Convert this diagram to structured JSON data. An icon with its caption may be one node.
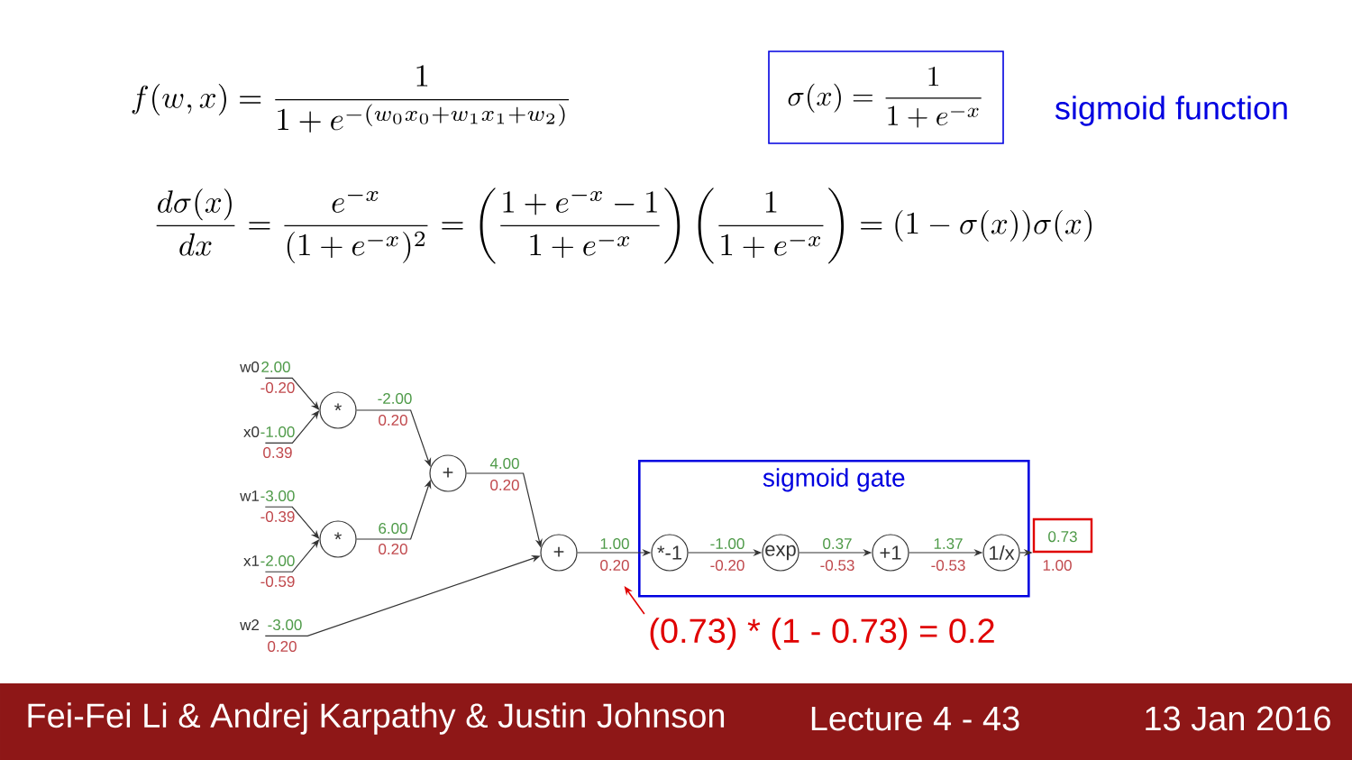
{
  "diagram": {
    "nodes": [
      {
        "text": [
          "\\sigma(x)=\\frac{1}{1+e^{-x}}"
        ],
        "beside": [
          "sigmoid function"
        ]
      },
      {
        "text": [
          "w0"
        ]
      },
      {
        "text": [
          "x0"
        ]
      },
      {
        "text": [
          "w1"
        ]
      },
      {
        "text": [
          "x1"
        ]
      },
      {
        "text": [
          "w2"
        ]
      },
      {
        "text": [
          "*"
        ]
      },
      {
        "text": [
          "*"
        ]
      },
      {
        "text": [
          "+"
        ]
      },
      {
        "text": [
          "+"
        ]
      },
      {
        "text": [
          "sigmoid gate"
        ]
      },
      {
        "text": [
          "*-1"
        ],
        "in": 10
      },
      {
        "text": [
          "exp"
        ],
        "in": 10
      },
      {
        "text": [
          "+1"
        ],
        "in": 10
      },
      {
        "text": [
          "1/x"
        ],
        "in": 10
      },
      {
        "text": [
          "(0.73) * (1 - 0.73) = 0.2"
        ]
      },
      {
        "text": [
          "0.20"
        ]
      },
      {
        "text": [
          "0.73"
        ]
      }
    ],
    "edges": [
      {
        "from": 1,
        "to": 6,
        "arrow": "to",
        "label": "2.00"
      },
      {
        "from": 2,
        "to": 6,
        "arrow": "to",
        "label": "-1.00"
      },
      {
        "from": 3,
        "to": 7,
        "arrow": "to",
        "label": "-3.00"
      },
      {
        "from": 4,
        "to": 7,
        "arrow": "to",
        "label": "-2.00"
      },
      {
        "from": 6,
        "to": 8,
        "arrow": "to",
        "label": "-2.00"
      },
      {
        "from": 7,
        "to": 8,
        "arrow": "to",
        "label": "6.00"
      },
      {
        "from": 8,
        "to": 9,
        "arrow": "to",
        "label": "4.00"
      },
      {
        "from": 5,
        "to": 9,
        "arrow": "to",
        "label": "-3.00"
      },
      {
        "from": 9,
        "to": 11,
        "arrow": "to",
        "label": "1.00"
      },
      {
        "from": 11,
        "to": 12,
        "arrow": "to",
        "label": "-1.00"
      },
      {
        "from": 12,
        "to": 13,
        "arrow": "to",
        "label": "0.37"
      },
      {
        "from": 13,
        "to": 14,
        "arrow": "to",
        "label": "1.37"
      },
      {
        "from": 14,
        "to": 17,
        "arrow": "to"
      },
      {
        "from": 15,
        "to": 16,
        "arrow": "to",
        "color": "#e00000"
      }
    ],
    "labels": [
      "f(w,x)=\\frac{1}{1+e^{-(w_0x_0+w_1x_1+w_2)}}",
      "\\frac{d\\sigma(x)}{dx}=\\frac{e^{-x}}{(1+e^{-x})^2}=\\left(\\frac{1+e^{-x}-1}{1+e^{-x}}\\right)\\left(\\frac{1}{1+e^{-x}}\\right)=(1-\\sigma(x))\\sigma(x)",
      "-0.20",
      "0.39",
      "-0.39",
      "-0.59",
      "0.20",
      "0.20",
      "0.20",
      "0.20",
      "-0.20",
      "-0.53",
      "-0.53",
      "1.00",
      "Fei-Fei Li & Andrej Karpathy & Justin Johnson",
      "Lecture 4 - 43",
      "13 Jan 2016"
    ]
  }
}
